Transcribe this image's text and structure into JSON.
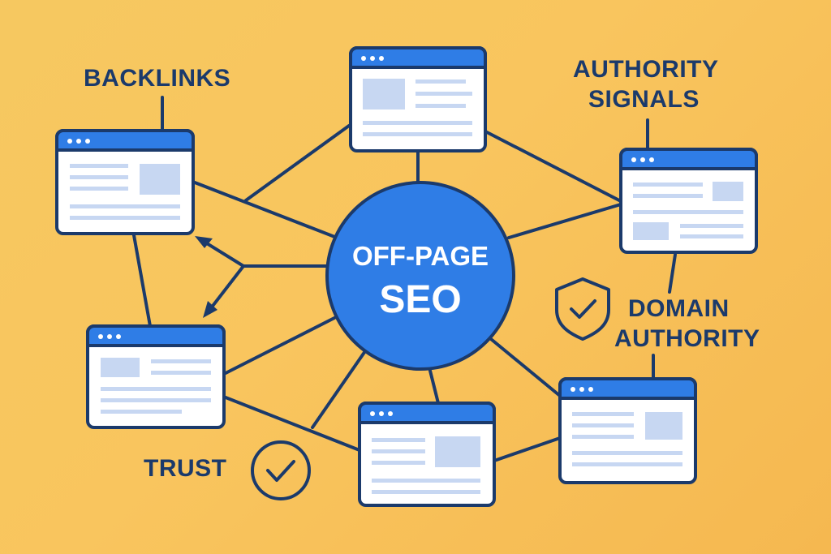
{
  "diagram": {
    "center": {
      "line1": "OFF-PAGE",
      "line2": "SEO"
    },
    "labels": {
      "backlinks": "BACKLINKS",
      "authority_line1": "AUTHORITY",
      "authority_line2": "SIGNALS",
      "domain_line1": "DOMAIN",
      "domain_line2": "AUTHORITY",
      "trust": "TRUST"
    },
    "icons": [
      "browser-window-icon",
      "shield-check-icon",
      "check-circle-icon",
      "arrow-icon"
    ],
    "colors": {
      "background": "#f8c45c",
      "accent_blue": "#2f7de6",
      "navy": "#1b3a6b",
      "content_placeholder": "#c7d7f2",
      "window_fill": "#ffffff"
    }
  }
}
